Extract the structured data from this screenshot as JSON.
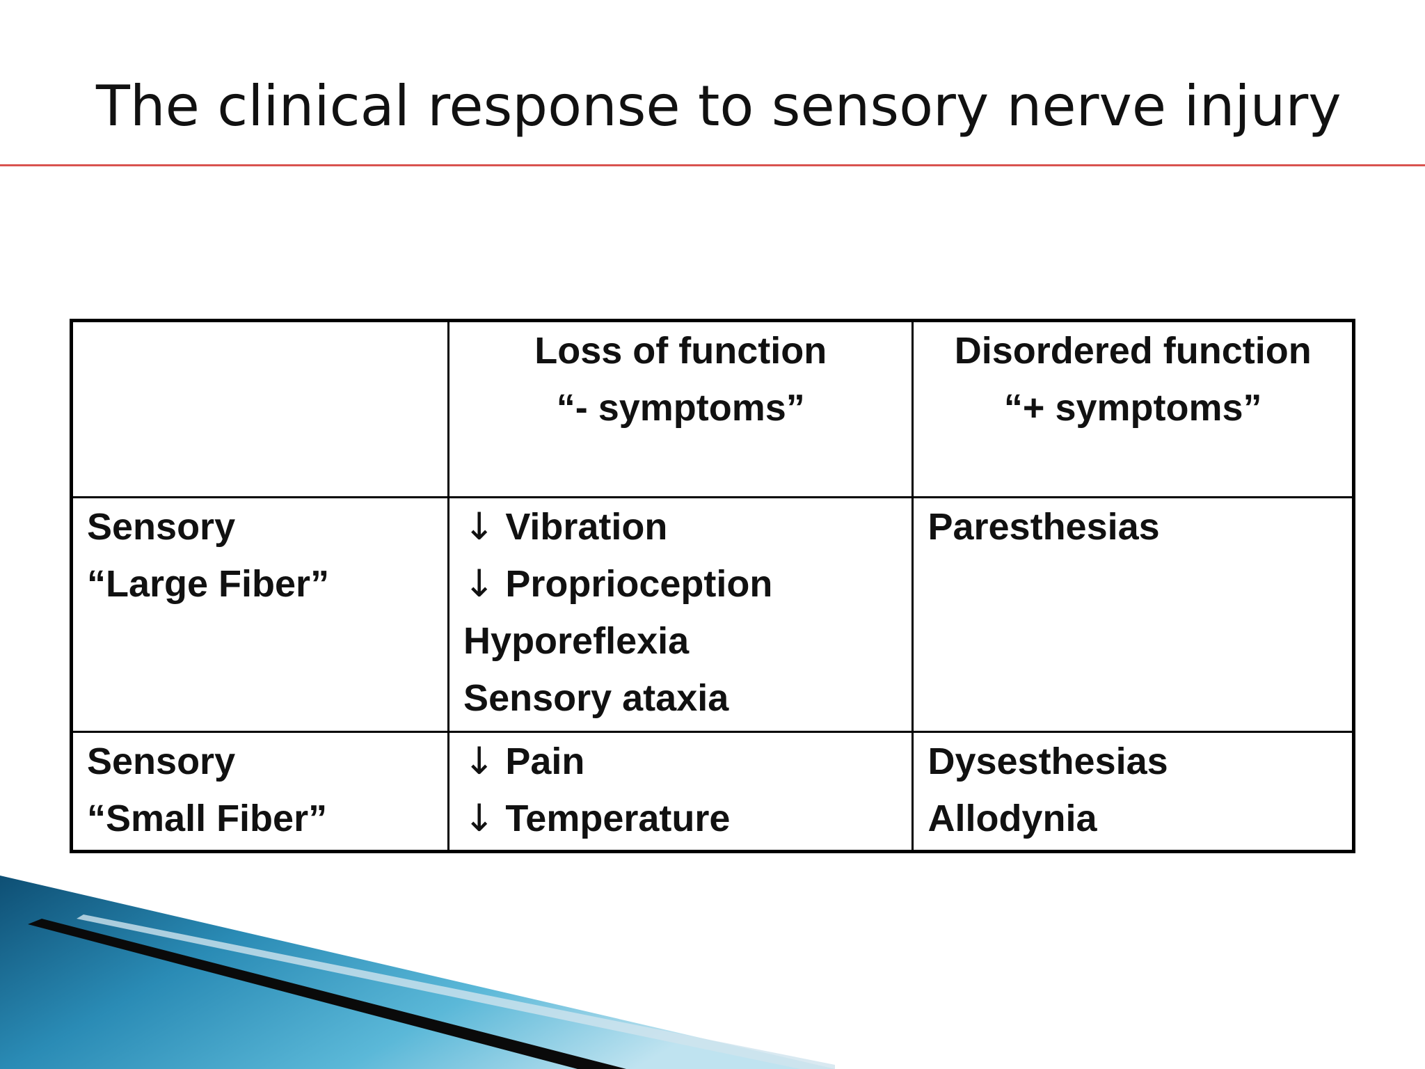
{
  "slide": {
    "title": "The clinical response to sensory nerve injury"
  },
  "table": {
    "header": {
      "col1": "",
      "col2_lines": [
        "Loss of function",
        "“- symptoms”"
      ],
      "col3_lines": [
        "Disordered function",
        "“+ symptoms”"
      ]
    },
    "rows": [
      {
        "label_lines": [
          "Sensory",
          "“Large Fiber”"
        ],
        "loss": {
          "arrow_symbol": "↓",
          "arrow_items": [
            "Vibration",
            "Proprioception"
          ],
          "plain_items": [
            "Hyporeflexia",
            "Sensory ataxia"
          ]
        },
        "disordered": [
          "Paresthesias"
        ]
      },
      {
        "label_lines": [
          "Sensory",
          "“Small Fiber”"
        ],
        "loss": {
          "arrow_symbol": "↓",
          "arrow_items": [
            "Pain",
            "Temperature"
          ],
          "plain_items": []
        },
        "disordered": [
          "Dysesthesias",
          "Allodynia"
        ]
      }
    ]
  },
  "colors": {
    "title_rule": "#d9534f",
    "swoosh_blue_dark": "#0e4f74",
    "swoosh_blue_light": "#5bb8d8"
  }
}
